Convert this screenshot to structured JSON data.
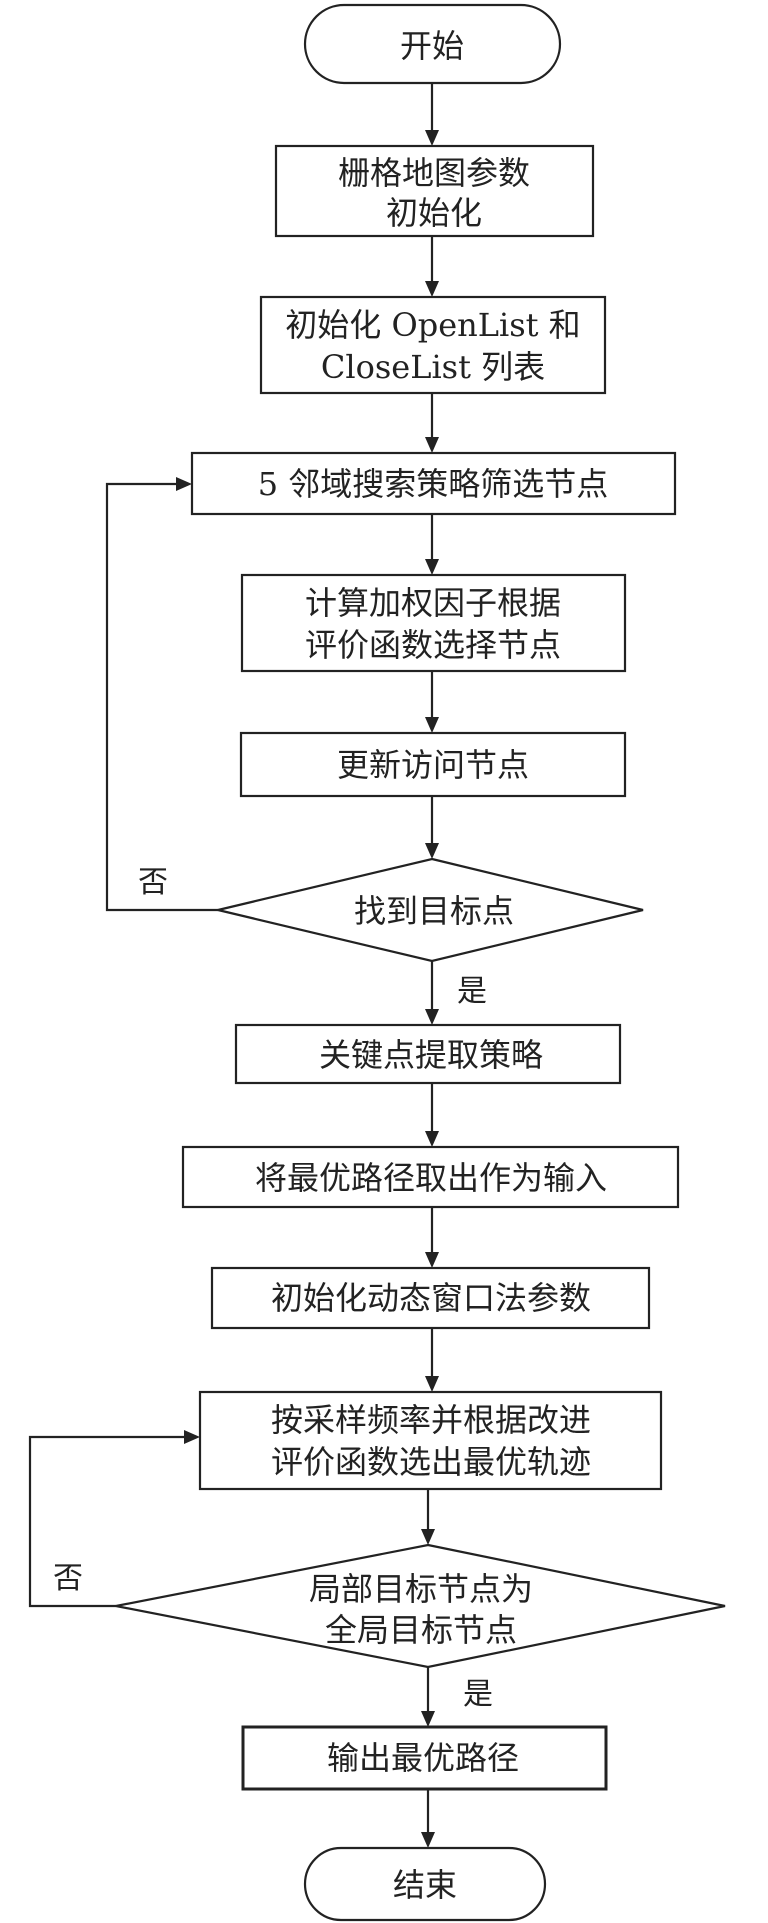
{
  "nodes": {
    "start": "开始",
    "grid_init": [
      "栅格地图参数",
      "初始化"
    ],
    "list_init": [
      "初始化 OpenList 和",
      "CloseList 列表"
    ],
    "neighbor_search": "5 邻域搜索策略筛选节点",
    "weight_calc": [
      "计算加权因子根据",
      "评价函数选择节点"
    ],
    "update_visit": "更新访问节点",
    "find_target": "找到目标点",
    "keypoint": "关键点提取策略",
    "best_path_input": "将最优路径取出作为输入",
    "dwa_init": "初始化动态窗口法参数",
    "sample_select": [
      "按采样频率并根据改进",
      "评价函数选出最优轨迹"
    ],
    "local_goal": [
      "局部目标节点为",
      "全局目标节点"
    ],
    "output": "输出最优路径",
    "end": "结束"
  },
  "labels": {
    "no_1": "否",
    "yes_1": "是",
    "no_2": "否",
    "yes_2": "是"
  }
}
